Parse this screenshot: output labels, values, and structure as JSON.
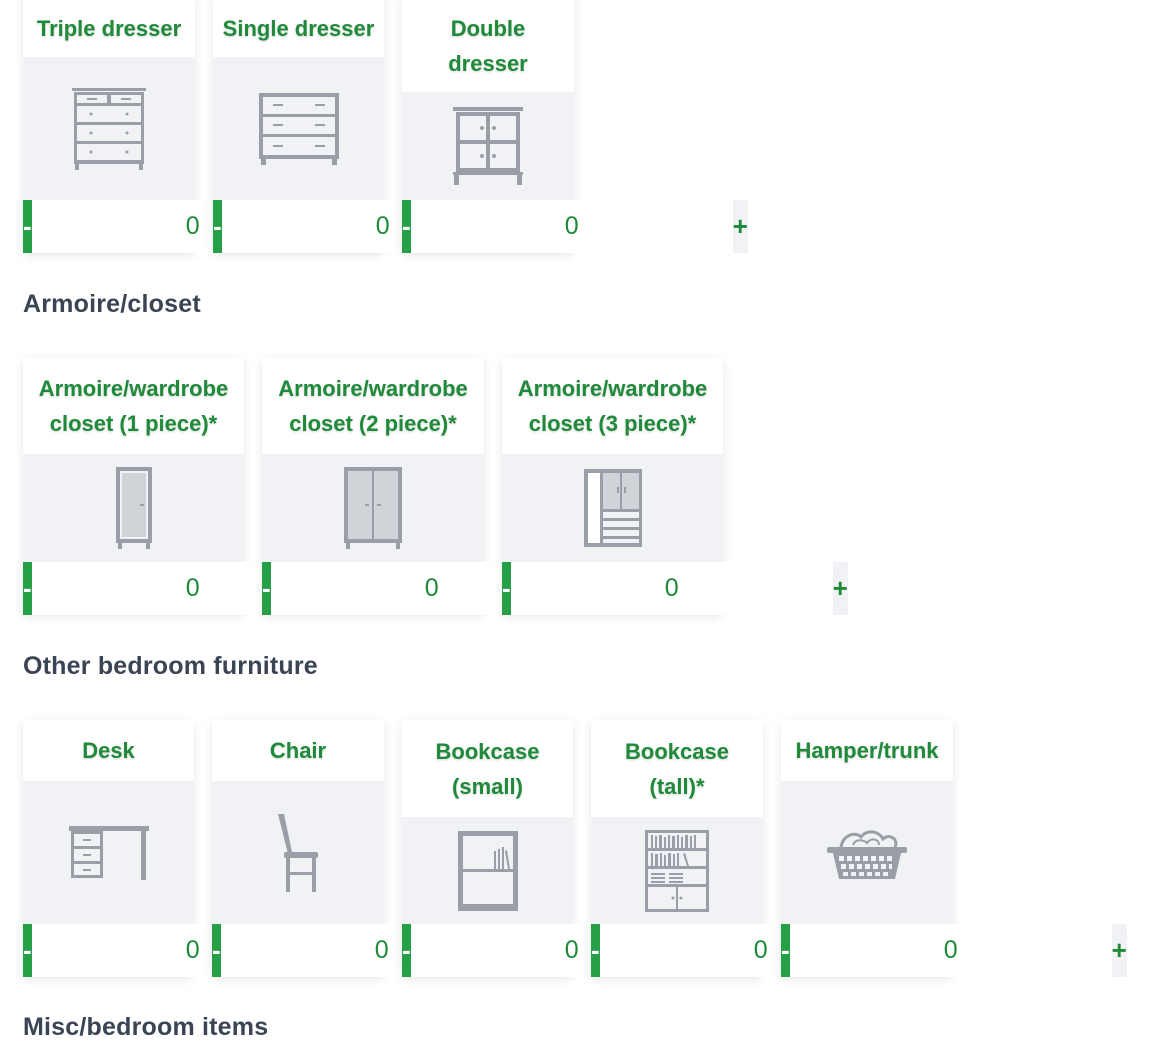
{
  "sections": [
    {
      "title": ""
    },
    {
      "title": "Armoire/closet"
    },
    {
      "title": "Other bedroom furniture"
    },
    {
      "title": "Misc/bedroom items"
    }
  ],
  "items": {
    "triple_dresser": {
      "title": "Triple dresser",
      "qty": "0",
      "icon": "triple-dresser-icon"
    },
    "single_dresser": {
      "title": "Single dresser",
      "qty": "0",
      "icon": "single-dresser-icon"
    },
    "double_dresser": {
      "title": "Double dresser",
      "qty": "0",
      "icon": "double-dresser-icon"
    },
    "armoire_1": {
      "title": "Armoire/wardrobe closet (1 piece)*",
      "qty": "0",
      "icon": "wardrobe-1-piece-icon"
    },
    "armoire_2": {
      "title": "Armoire/wardrobe closet (2 piece)*",
      "qty": "0",
      "icon": "wardrobe-2-piece-icon"
    },
    "armoire_3": {
      "title": "Armoire/wardrobe closet (3 piece)*",
      "qty": "0",
      "icon": "wardrobe-3-piece-icon"
    },
    "desk": {
      "title": "Desk",
      "qty": "0",
      "icon": "desk-icon"
    },
    "chair": {
      "title": "Chair",
      "qty": "0",
      "icon": "chair-icon"
    },
    "bookcase_small": {
      "title": "Bookcase (small)",
      "qty": "0",
      "icon": "bookcase-small-icon"
    },
    "bookcase_tall": {
      "title": "Bookcase (tall)*",
      "qty": "0",
      "icon": "bookcase-tall-icon"
    },
    "hamper": {
      "title": "Hamper/trunk",
      "qty": "0",
      "icon": "hamper-icon"
    }
  },
  "stepper": {
    "minus_label": "-",
    "plus_label": "+"
  },
  "colors": {
    "accent": "#25a046",
    "title_text": "#1f8a3a",
    "heading": "#3a4454",
    "tile_bg": "#f0f2f5"
  }
}
